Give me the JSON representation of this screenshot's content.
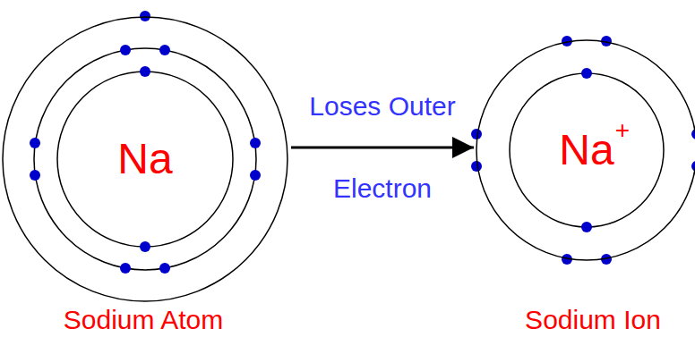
{
  "diagram": {
    "nodes": [
      {
        "text": [
          "Na",
          "Sodium Atom"
        ]
      },
      {
        "text": [
          "Na",
          "+",
          "Sodium Ion"
        ]
      }
    ],
    "edges": [
      {
        "from": 0,
        "to": 1,
        "arrow": "to",
        "label": "Loses Outer Electron"
      }
    ]
  }
}
